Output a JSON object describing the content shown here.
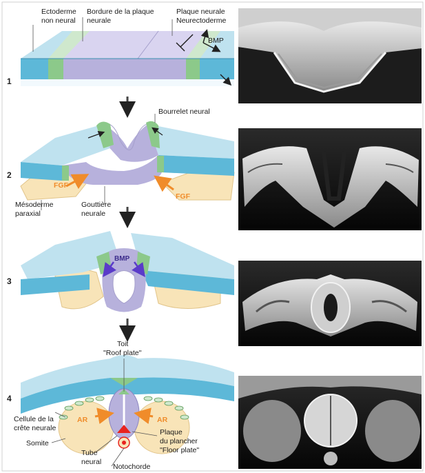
{
  "stages": {
    "s1": {
      "number": "1",
      "ectoderm_label": [
        "Ectoderme",
        "non neural"
      ],
      "border_label": [
        "Bordure de la plaque",
        "neurale"
      ],
      "plate_label": [
        "Plaque neurale",
        "Neurectoderme"
      ],
      "bmp": "BMP"
    },
    "s2": {
      "number": "2",
      "fold_label": "Bourrelet neural",
      "fgf_left": "FGF",
      "fgf_right": "FGF",
      "mesoderm_label": [
        "Mésoderme",
        "paraxial"
      ],
      "groove_label": [
        "Gouttière",
        "neurale"
      ]
    },
    "s3": {
      "number": "3",
      "bmp": "BMP"
    },
    "s4": {
      "number": "4",
      "roof_label": [
        "Toit",
        "\"Roof plate\""
      ],
      "crest_label": [
        "Cellule de la",
        "crête neurale"
      ],
      "ar_left": "AR",
      "ar_right": "AR",
      "somite_label": "Somite",
      "floor_label": [
        "Plaque",
        "du plancher",
        "\"Floor plate\""
      ],
      "tube_label": [
        "Tube",
        "neural"
      ],
      "notochord_label": "Notochorde"
    }
  },
  "colors": {
    "ectoderm": "#5db8d8",
    "ectoderm_light": "#bfe2ef",
    "border": "#8cc98a",
    "neural_plate": "#b7b1dc",
    "mesoderm": "#f8e4b8",
    "signal_fgf": "#f08c2a",
    "signal_bmp": "#5a3bc9",
    "floor_plate": "#e8231e"
  }
}
